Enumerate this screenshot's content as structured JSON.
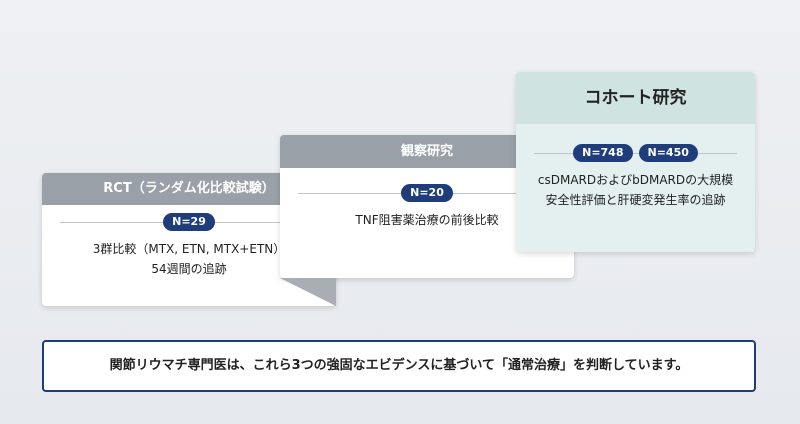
{
  "cards": [
    {
      "title": "RCT（ランダム化比較試験）",
      "badges": [
        "N=29"
      ],
      "lines": [
        "3群比較（MTX, ETN, MTX+ETN）",
        "54週間の追跡"
      ]
    },
    {
      "title": "観察研究",
      "badges": [
        "N=20"
      ],
      "lines": [
        "TNF阻害薬治療の前後比較"
      ]
    },
    {
      "title": "コホート研究",
      "badges": [
        "N=748",
        "N=450"
      ],
      "lines": [
        "csDMARDおよびbDMARDの大規模",
        "安全性評価と肝硬変発生率の追跡"
      ]
    }
  ],
  "note": "関節リウマチ専門医は、これら3つの強固なエビデンスに基づいて「通常治療」を判断しています。"
}
